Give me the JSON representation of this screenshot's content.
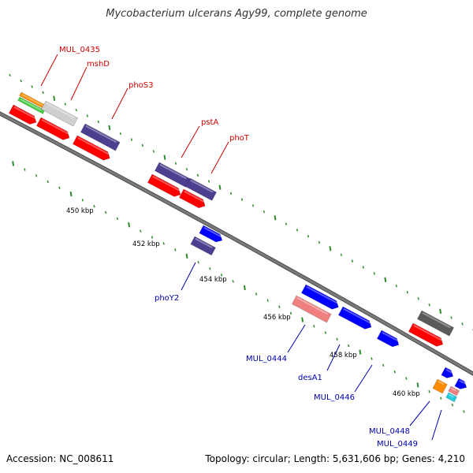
{
  "title": "Mycobacterium ulcerans Agy99, complete genome",
  "footer": {
    "accession": "Accession: NC_008611",
    "summary": "Topology: circular; Length: 5,631,606 bp; Genes: 4,210"
  },
  "colors": {
    "backbone": "#7a7a7a",
    "tick": "#2e8b2e",
    "tick_label": "#000000",
    "label_forward": "#cc0000",
    "label_reverse": "#0000b3",
    "cds_red": "#ff0000",
    "cds_navy": "#4b3f8f",
    "cds_blue": "#0000ff",
    "cds_pink": "#f08080",
    "cds_gray": "#5a5a5a",
    "cds_lightgray": "#cfcfcf",
    "cds_orange": "#ff8c00",
    "cds_green": "#44cc44",
    "cds_cyan": "#22ccdd"
  },
  "position_labels": [
    "450 kbp",
    "452 kbp",
    "454 kbp",
    "456 kbp",
    "458 kbp",
    "460 kbp"
  ],
  "gene_labels": {
    "forward": [
      "MUL_0435",
      "mshD",
      "phoS3",
      "pstA",
      "phoT"
    ],
    "reverse": [
      "phoY2",
      "MUL_0444",
      "desA1",
      "MUL_0446",
      "MUL_0448",
      "MUL_0449"
    ]
  }
}
